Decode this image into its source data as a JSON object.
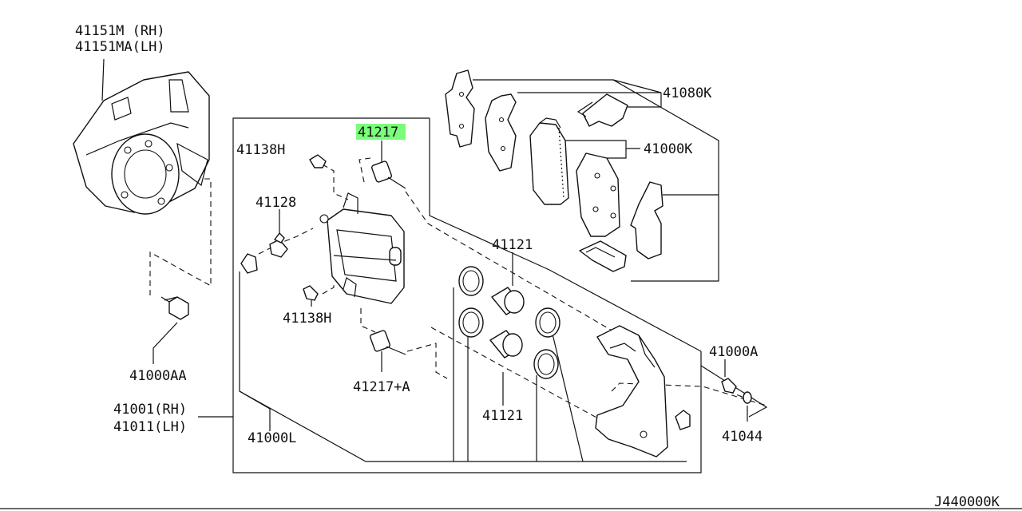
{
  "highlight_color": "#7CFC7C",
  "labels": {
    "shield_rh": "41151M  (RH)",
    "shield_lh": "41151MA(LH)",
    "pad_kit": "41080K",
    "pad_set": "41000K",
    "pin_bolt": "41217",
    "bleeder_bolt_top": "41138H",
    "bleeder": "41128",
    "piston_seal_top": "41121",
    "bleeder_bolt_bottom": "41138H",
    "pin_bolt_bottom": "41217+A",
    "piston_seal_bottom": "41121",
    "bracket_bolt": "41000AA",
    "caliper_rh": "41001(RH)",
    "caliper_lh": "41011(LH)",
    "caliper_body": "41000L",
    "mount_kit": "41000A",
    "washer": "41044",
    "diagram_code": "J440000K"
  }
}
